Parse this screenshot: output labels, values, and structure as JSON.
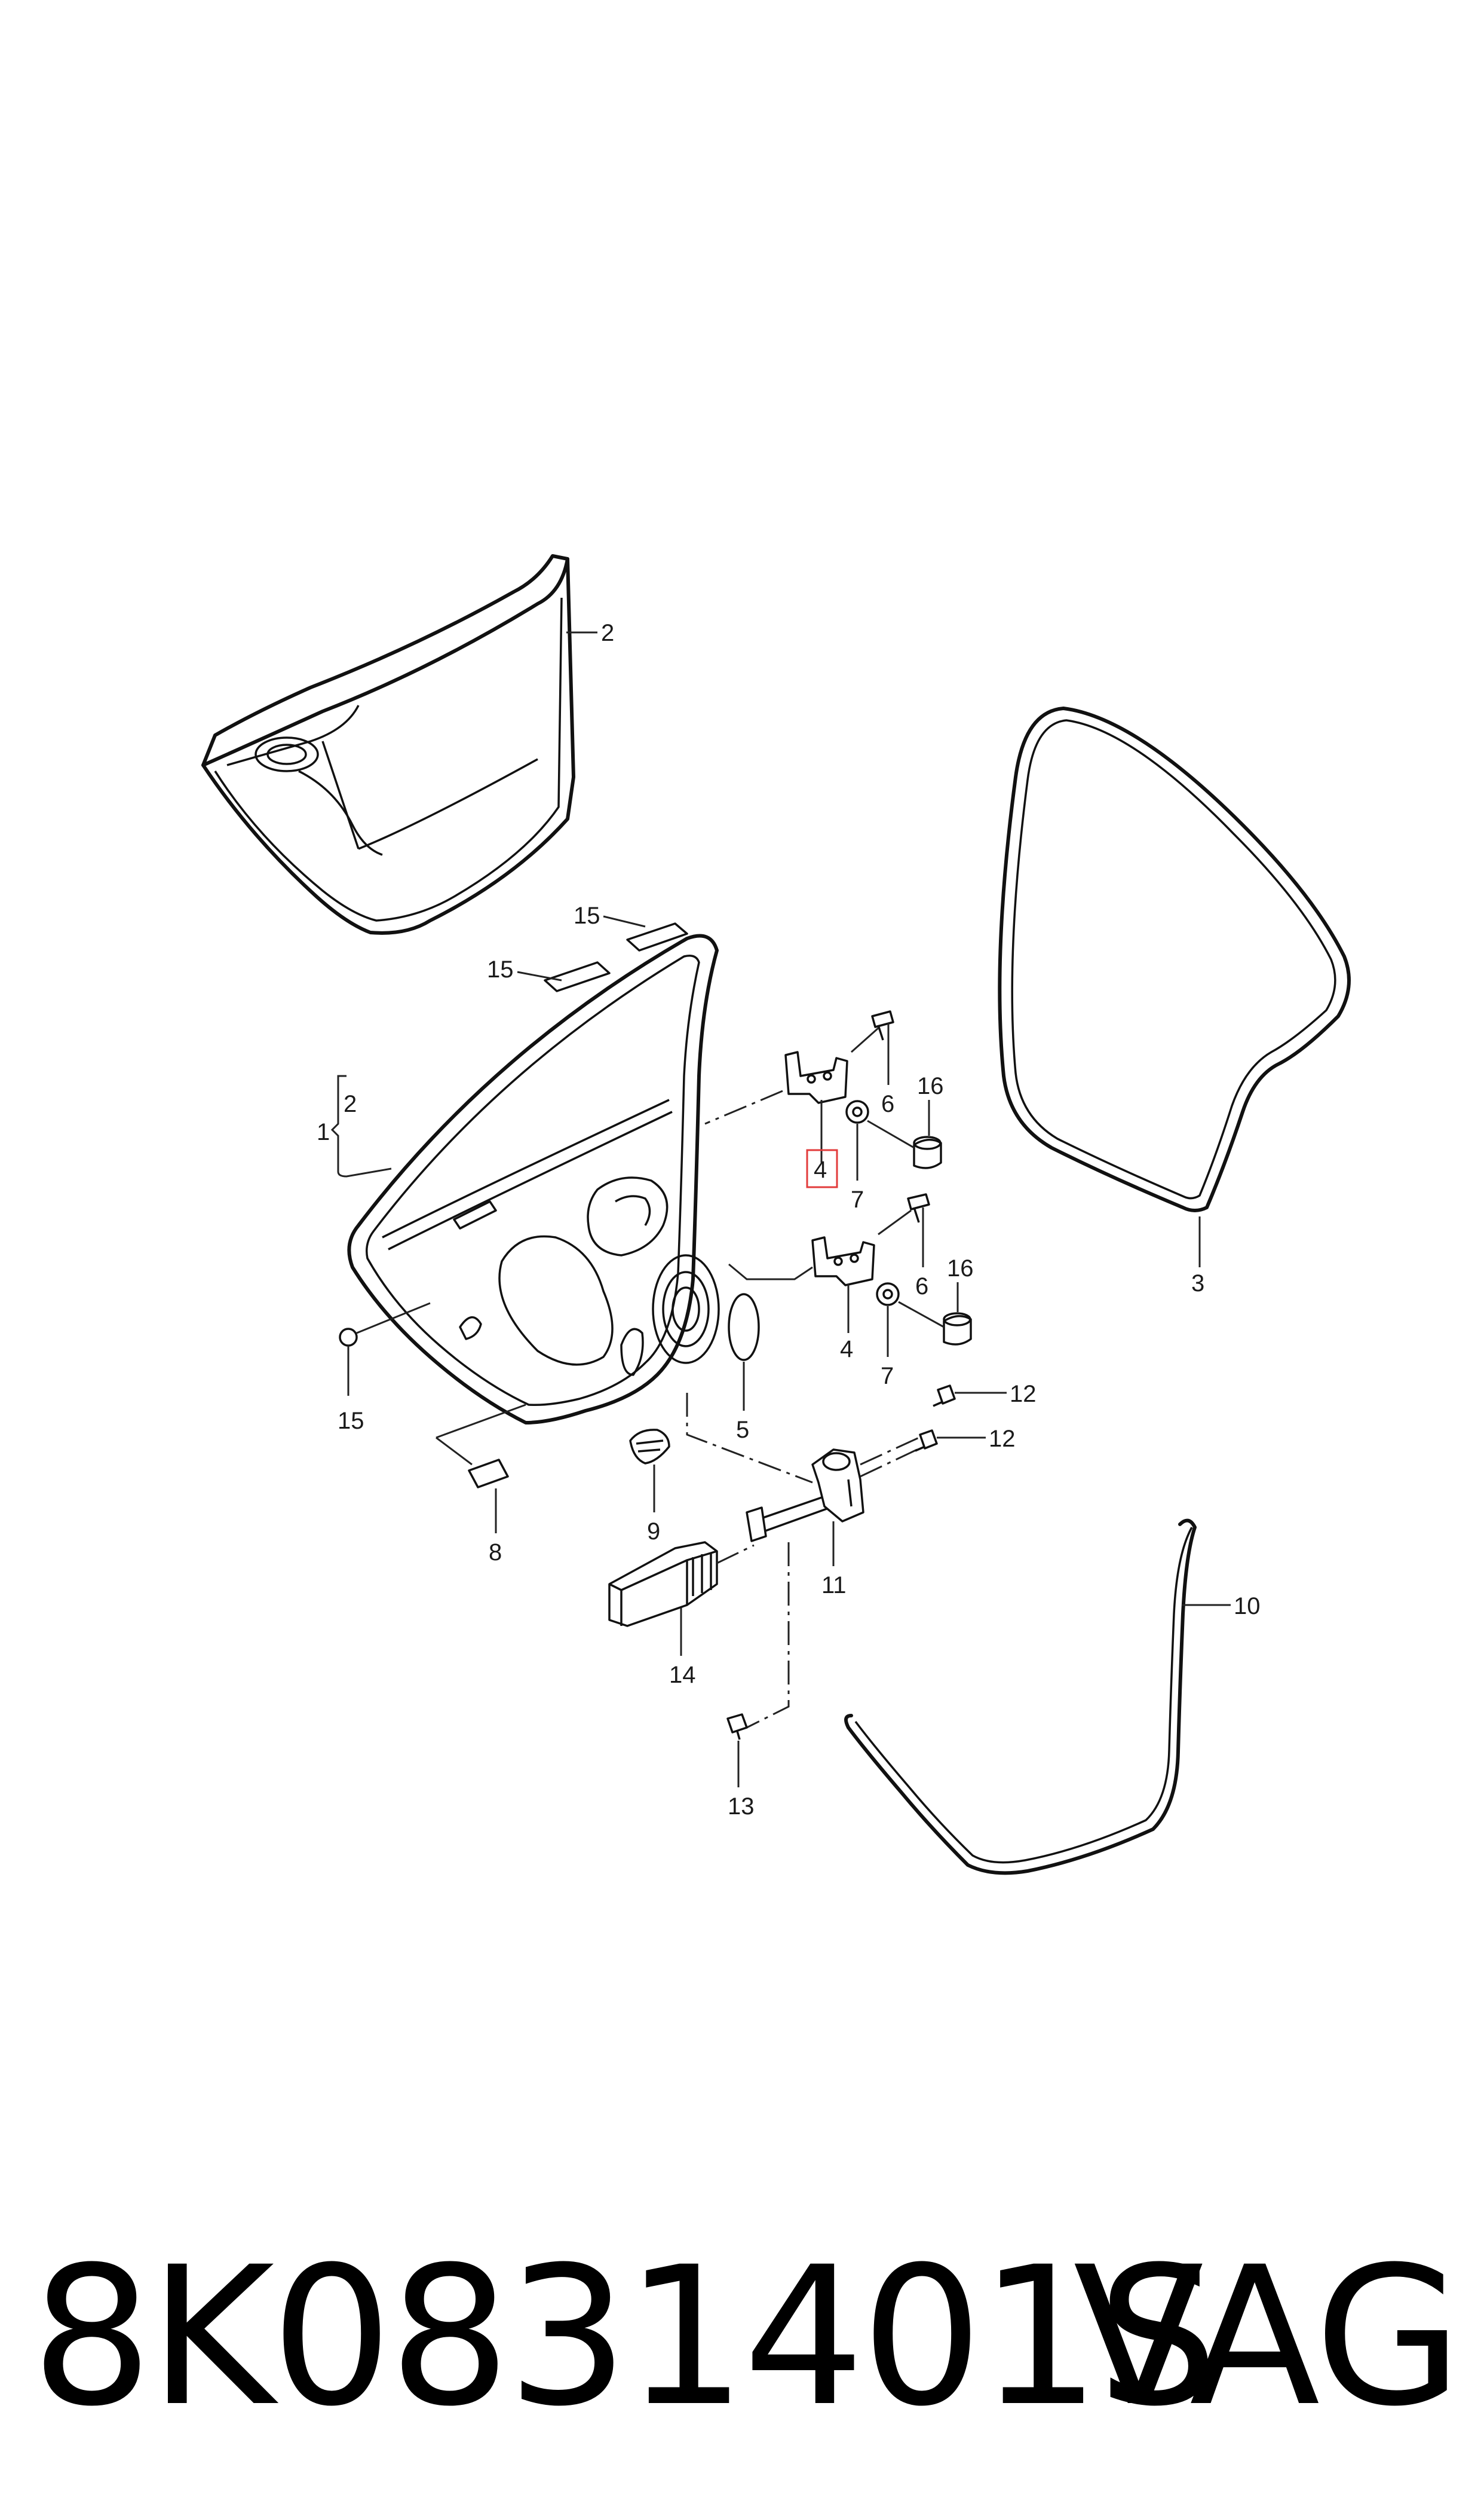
{
  "callouts": {
    "c1": "1",
    "c2a": "2",
    "c2b": "2",
    "c3": "3",
    "c4a": "4",
    "c4b": "4",
    "c5": "5",
    "c6a": "6",
    "c6b": "6",
    "c7a": "7",
    "c7b": "7",
    "c8": "8",
    "c9": "9",
    "c10": "10",
    "c11": "11",
    "c12a": "12",
    "c12b": "12",
    "c13": "13",
    "c14": "14",
    "c15a": "15",
    "c15b": "15",
    "c15c": "15",
    "c16a": "16",
    "c16b": "16"
  },
  "highlight": {
    "part": "4",
    "color": "#e23b3b"
  },
  "footer": {
    "part_number": "8K0831401S",
    "brand": "VAG"
  }
}
